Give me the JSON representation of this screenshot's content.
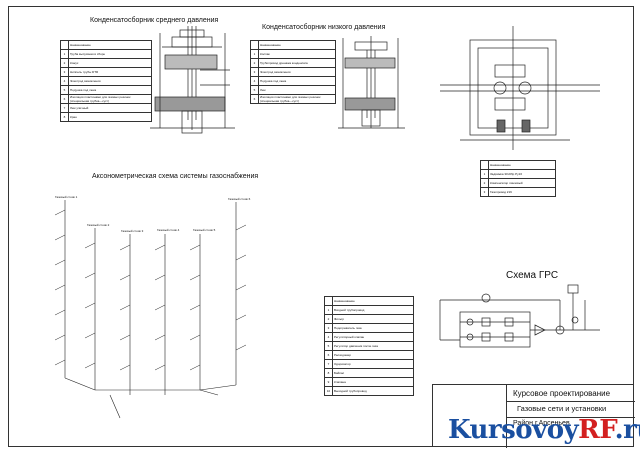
{
  "titles": {
    "medium": "Конденсатосборник среднего давления",
    "low": "Конденсатосборник низкого давления",
    "axon": "Аксонометрическая схема системы газоснабжения",
    "grs": "Схема ГРС"
  },
  "table_medium": {
    "header": "Наименование",
    "rows": [
      {
        "n": "1",
        "label": "Труба выпускная в сборе"
      },
      {
        "n": "2",
        "label": "Кожух"
      },
      {
        "n": "3",
        "label": "Ниппель трубы DTR"
      },
      {
        "n": "4",
        "label": "Электрод заземления"
      },
      {
        "n": "5",
        "label": "Подушка под люка"
      },
      {
        "n": "6",
        "label": "Изоляция пластинами для газовых резинок (специальная трубка—суст)"
      },
      {
        "n": "7",
        "label": "Люк уличный"
      },
      {
        "n": "8",
        "label": "Кран"
      }
    ]
  },
  "table_low": {
    "header": "Наименование",
    "rows": [
      {
        "n": "1",
        "label": "Колпак"
      },
      {
        "n": "2",
        "label": "Трубопровод дренажа конденсата"
      },
      {
        "n": "3",
        "label": "Электрод заземления"
      },
      {
        "n": "4",
        "label": "Подушка под люка"
      },
      {
        "n": "5",
        "label": "Люк"
      },
      {
        "n": "6",
        "label": "Изоляция пластинами для газовых резинок (специальная трубка—суст)"
      }
    ]
  },
  "table_right": {
    "header": "Наименование",
    "rows": [
      {
        "n": "1",
        "label": "Задвижка 30ч6бр Ру16"
      },
      {
        "n": "2",
        "label": "Компенсатор линзовый"
      },
      {
        "n": "3",
        "label": "Газопровод 219"
      }
    ]
  },
  "table_grs": {
    "header": "Наименование",
    "rows": [
      {
        "n": "1",
        "label": "Входной трубопровод"
      },
      {
        "n": "2",
        "label": "Фильтр"
      },
      {
        "n": "3",
        "label": "Подогреватель газа"
      },
      {
        "n": "4",
        "label": "Регуляторный клапан"
      },
      {
        "n": "5",
        "label": "Регулятор давления после газа"
      },
      {
        "n": "6",
        "label": "Расходомер"
      },
      {
        "n": "7",
        "label": "Одоризатор"
      },
      {
        "n": "8",
        "label": "Байпас"
      },
      {
        "n": "9",
        "label": "Клапана"
      },
      {
        "n": "10",
        "label": "Выходной трубопровод"
      }
    ]
  },
  "risers": [
    "Газовый стояк 1",
    "Газовый стояк 2",
    "Газовый стояк 3",
    "Газовый стояк 4",
    "Газовый стояк 5",
    "Газовый стояк 6"
  ],
  "stamp": {
    "line1": "Курсовое проектирование",
    "line2": "Газовые сети и установки",
    "line3": "Район г.Арсеньев"
  },
  "watermark": {
    "main": "Kursovoy",
    "accent": "RF",
    "suffix": ".ru"
  }
}
